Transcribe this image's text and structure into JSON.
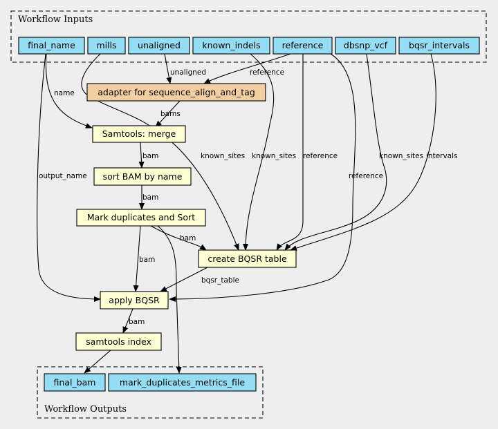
{
  "clusters": {
    "inputs": "Workflow Inputs",
    "outputs": "Workflow Outputs"
  },
  "colors": {
    "input_fill": "#94ddf4",
    "step_fill": "#ffffd4",
    "adapter_fill": "#f3cea1",
    "background": "#eeeeee"
  },
  "nodes": {
    "final_name": "final_name",
    "mills": "mills",
    "unaligned": "unaligned",
    "known_indels": "known_indels",
    "reference": "reference",
    "dbsnp_vcf": "dbsnp_vcf",
    "bqsr_intervals": "bqsr_intervals",
    "adapter": "adapter for sequence_align_and_tag",
    "merge": "Samtools: merge",
    "sort": "sort BAM by name",
    "markdup": "Mark duplicates and Sort",
    "bqsr_table": "create BQSR table",
    "apply_bqsr": "apply BQSR",
    "index": "samtools index",
    "final_bam": "final_bam",
    "metrics": "mark_duplicates_metrics_file"
  },
  "edge_labels": {
    "name": "name",
    "unaligned": "unaligned",
    "reference_adapter": "reference",
    "bams": "bams",
    "bam_merge_sort": "bam",
    "output_name": "output_name",
    "known_sites_mills": "known_sites",
    "known_sites_indels": "known_sites",
    "reference_bqsr": "reference",
    "reference_apply": "reference",
    "known_sites_dbsnp": "known_sites",
    "intervals": "intervals",
    "bam_sort_markdup": "bam",
    "bam_markdup_bqsr": "bam",
    "bam_markdup_apply": "bam",
    "bqsr_table": "bqsr_table",
    "bam_apply_index": "bam"
  }
}
